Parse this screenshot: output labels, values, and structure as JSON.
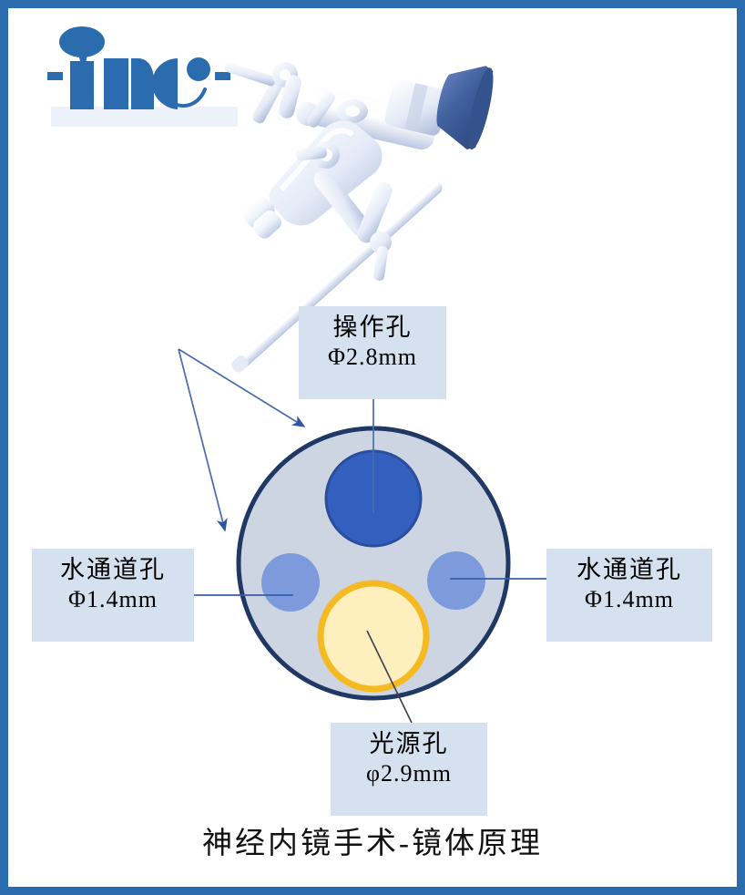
{
  "logo": {
    "text": "inc",
    "icon": "speech-bubble-icon",
    "color": "#2B6CAF"
  },
  "illustration": {
    "name": "neuroendoscope-instrument",
    "shaft_color": "#DCE4F2",
    "body_color": "#EDF1F9",
    "eyepiece_color": "#3F5FA6"
  },
  "cross_section": {
    "name": "endoscope-shaft-cross-section",
    "outer": {
      "label": "scope-body-outline",
      "fill": "#CDD5E3",
      "stroke": "#1F3864"
    },
    "channels": [
      {
        "id": "working-channel",
        "name": "操作孔",
        "diameter": "Φ2.8mm",
        "fill": "#3360BE",
        "stroke": "#2A4E9B"
      },
      {
        "id": "water-channel-left",
        "name": "水通道孔",
        "diameter": "Φ1.4mm",
        "fill": "#7D9BDC",
        "stroke": "#7D9BDC"
      },
      {
        "id": "water-channel-right",
        "name": "水通道孔",
        "diameter": "Φ1.4mm",
        "fill": "#7D9BDC",
        "stroke": "#7D9BDC"
      },
      {
        "id": "light-source-channel",
        "name": "光源孔",
        "diameter": "Φ2.9mm",
        "fill": "#FDEFBE",
        "stroke": "#F5B921"
      }
    ]
  },
  "callouts": {
    "top": {
      "title": "操作孔",
      "dimension": "Φ2.8mm"
    },
    "left": {
      "title": "水通道孔",
      "dimension": "Φ1.4mm"
    },
    "right": {
      "title": "水通道孔",
      "dimension": "Φ1.4mm"
    },
    "bottom": {
      "title": "光源孔",
      "dimension": "φ2.9mm"
    }
  },
  "caption": {
    "text": "神经内镜手术-镜体原理"
  },
  "frame": {
    "border_color": "#2B6CAF"
  },
  "arrows": {
    "color": "#2F55A4",
    "count": 2
  }
}
